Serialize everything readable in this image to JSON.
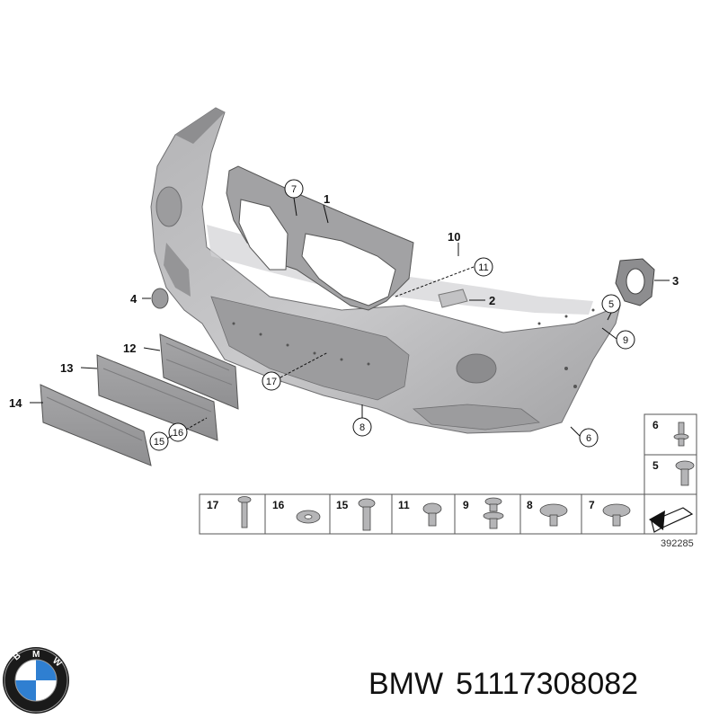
{
  "callouts": {
    "c1": "1",
    "c2": "2",
    "c3": "3",
    "c4": "4",
    "c5": "5",
    "c6": "6",
    "c7": "7",
    "c8": "8",
    "c9": "9",
    "c10": "10",
    "c11": "11",
    "c12": "12",
    "c13": "13",
    "c14": "14",
    "c15": "15",
    "c16": "16",
    "c17": "17"
  },
  "legend": {
    "row": [
      "17",
      "16",
      "15",
      "11",
      "9",
      "8",
      "7"
    ],
    "column": [
      "6",
      "5"
    ]
  },
  "reference_number": "392285",
  "caption": {
    "brand": "BMW",
    "part_number": "51117308082"
  },
  "colors": {
    "part_gray": "#a9a9ab",
    "part_light": "#c6c6c8",
    "part_dark": "#8a8a8c",
    "line": "#111111"
  }
}
